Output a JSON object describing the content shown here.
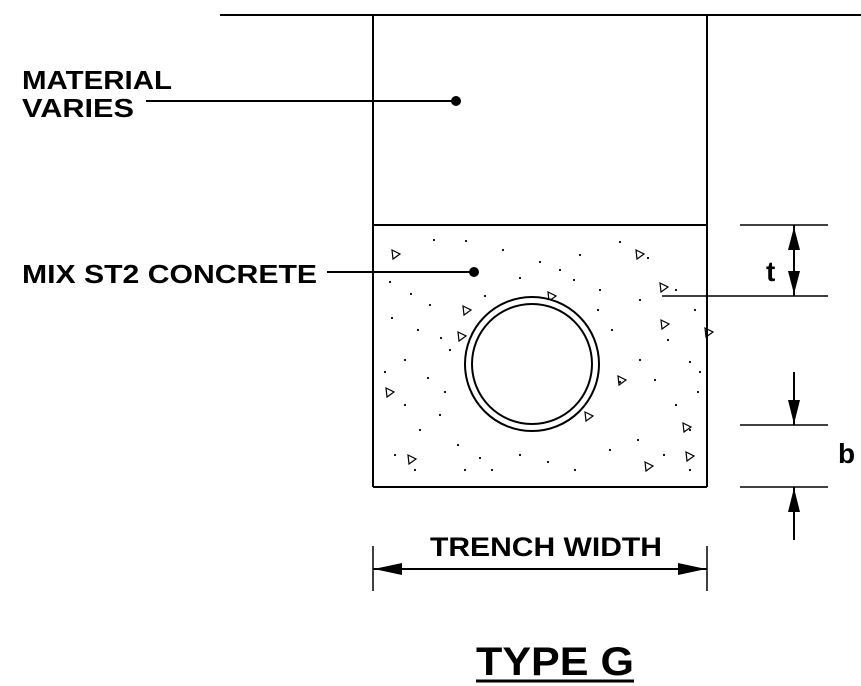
{
  "labels": {
    "material_varies_line1": "MATERIAL",
    "material_varies_line2": "VARIES",
    "mix_concrete": "MIX ST2 CONCRETE",
    "dim_t": "t",
    "dim_b": "b",
    "trench_width": "TRENCH WIDTH",
    "title": "TYPE G"
  },
  "colors": {
    "ink": "#000000",
    "background": "#ffffff"
  }
}
